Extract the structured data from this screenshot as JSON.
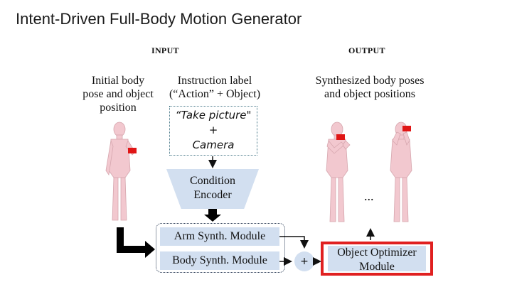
{
  "title": "Intent-Driven Full-Body Motion Generator",
  "sections": {
    "input": "INPUT",
    "output": "OUTPUT"
  },
  "captions": {
    "initial": "Initial body\npose and object\nposition",
    "instruction": "Instruction label\n(“Action” + Object)",
    "synthesized": "Synthesized body poses\nand object positions"
  },
  "instruction_box": {
    "action": "“Take picture\"",
    "plus": "+",
    "object": "Camera"
  },
  "encoder": {
    "label": "Condition\nEncoder"
  },
  "modules": {
    "arm": "Arm Synth. Module",
    "body": "Body Synth. Module",
    "plus": "+",
    "optimizer": "Object Optimizer\nModule"
  },
  "ellipsis": "...",
  "colors": {
    "box_fill": "#d2dff0",
    "highlight_border": "#e02020",
    "body": "#f2c8cf",
    "object": "#e01515"
  }
}
